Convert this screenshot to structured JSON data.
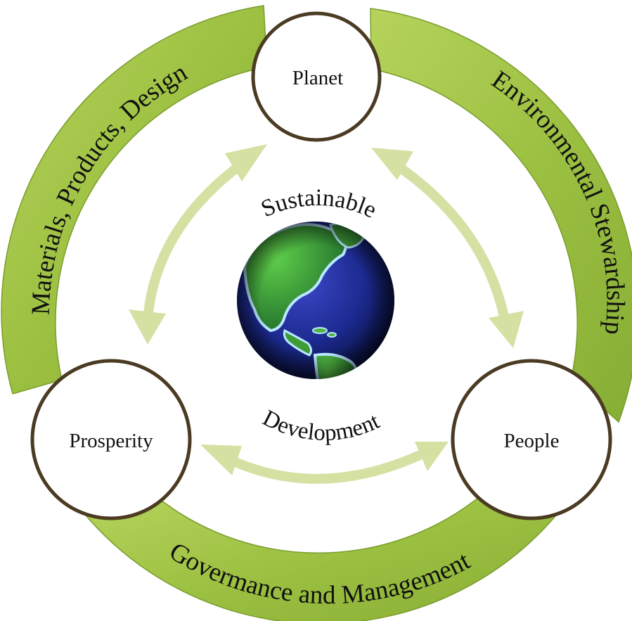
{
  "diagram": {
    "outer_ring_labels": {
      "left": "Materials, Products, Design",
      "right": "Environmental Stewardship",
      "bottom": "Govermance and Management"
    },
    "nodes": {
      "top": "Planet",
      "left": "Prosperity",
      "right": "People"
    },
    "center": {
      "top_text": "Sustainable",
      "bottom_text": "Development",
      "globe_icon": "globe-icon"
    },
    "colors": {
      "ring_green": "#9cc041",
      "ring_dark": "#6f9a2c",
      "arrow_green": "#d4e1a3",
      "node_border": "#4a3b22",
      "text": "#111111"
    }
  }
}
